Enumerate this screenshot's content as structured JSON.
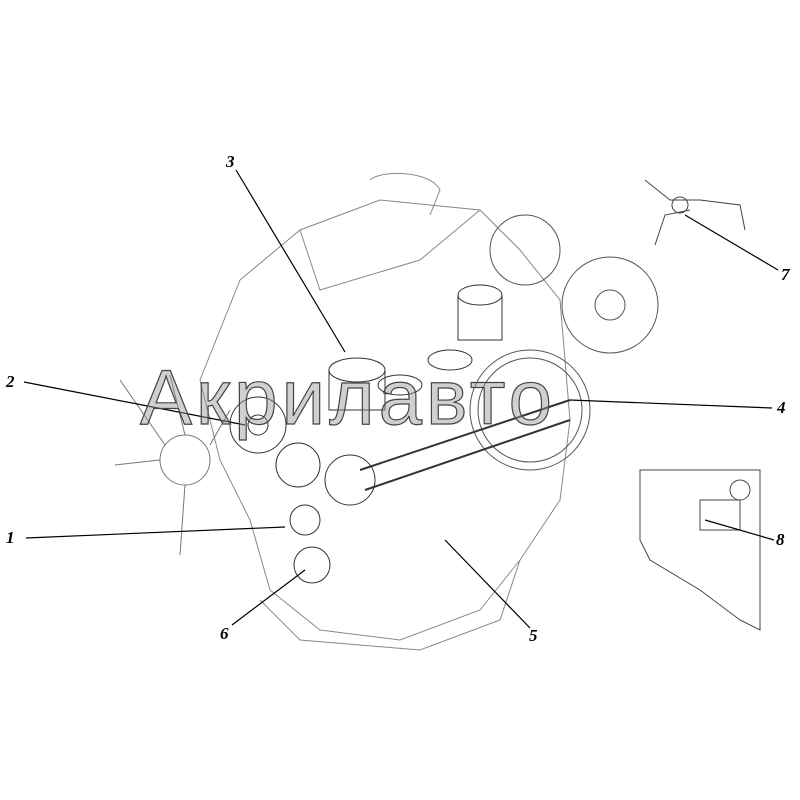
{
  "callouts": [
    "1",
    "2",
    "3",
    "4",
    "5",
    "6",
    "7",
    "8"
  ],
  "watermark": "Акрилавто"
}
